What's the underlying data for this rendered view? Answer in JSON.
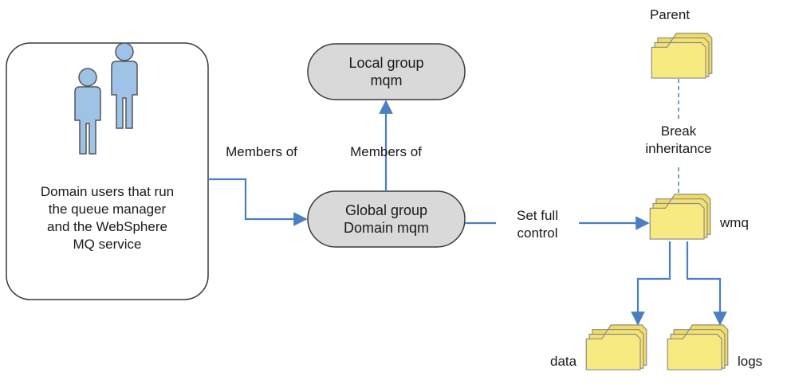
{
  "users_box": {
    "lines": [
      "Domain users that run",
      "the queue manager",
      "and the WebSphere",
      "MQ service"
    ]
  },
  "local_group": {
    "lines": [
      "Local group",
      "mqm"
    ]
  },
  "global_group": {
    "lines": [
      "Global group",
      "Domain mqm"
    ]
  },
  "edges": {
    "users_to_global": "Members of",
    "global_to_local": "Members of",
    "global_to_wmq": [
      "Set full",
      "control"
    ],
    "break_inheritance": [
      "Break",
      "inheritance"
    ]
  },
  "folders": {
    "parent": "Parent",
    "wmq": "wmq",
    "data": "data",
    "logs": "logs"
  },
  "icons": {
    "users": "users-icon",
    "folder": "folder-icon"
  },
  "colors": {
    "arrow": "#4a7fc1",
    "node_fill": "#d9d9d9",
    "folder_fill": "#f7ea80",
    "folder_edge": "#8a8a8a",
    "person_fill": "#9ec3e6"
  }
}
